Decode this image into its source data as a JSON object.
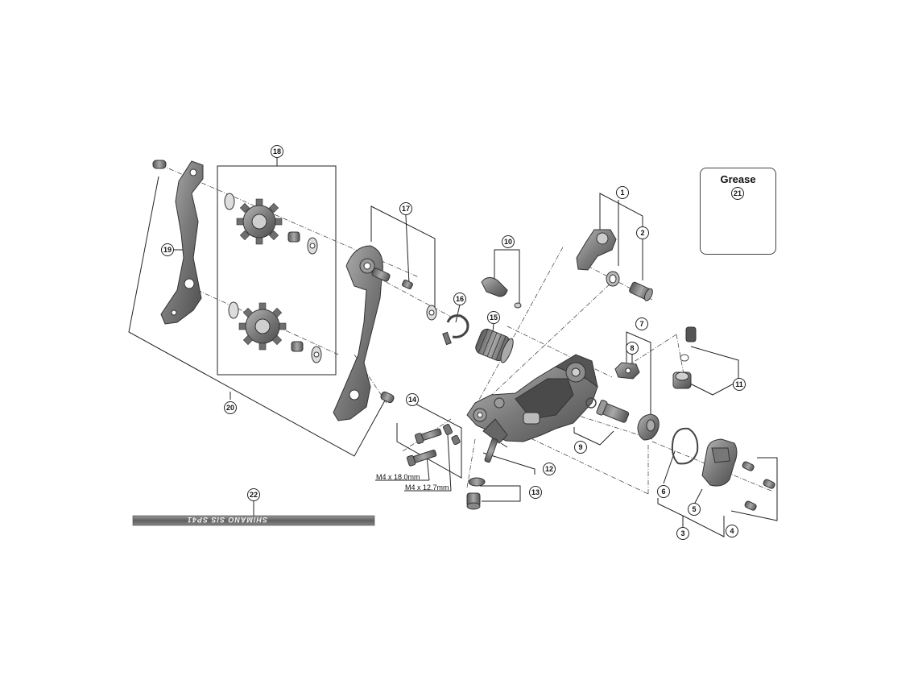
{
  "grease": {
    "title": "Grease"
  },
  "callouts": [
    {
      "id": "c1",
      "label": "1"
    },
    {
      "id": "c2",
      "label": "2"
    },
    {
      "id": "c3",
      "label": "3"
    },
    {
      "id": "c4",
      "label": "4"
    },
    {
      "id": "c5",
      "label": "5"
    },
    {
      "id": "c6",
      "label": "6"
    },
    {
      "id": "c7",
      "label": "7"
    },
    {
      "id": "c8",
      "label": "8"
    },
    {
      "id": "c9",
      "label": "9"
    },
    {
      "id": "c10",
      "label": "10"
    },
    {
      "id": "c11",
      "label": "11"
    },
    {
      "id": "c12",
      "label": "12"
    },
    {
      "id": "c13",
      "label": "13"
    },
    {
      "id": "c14",
      "label": "14"
    },
    {
      "id": "c15",
      "label": "15"
    },
    {
      "id": "c16",
      "label": "16"
    },
    {
      "id": "c17",
      "label": "17"
    },
    {
      "id": "c18",
      "label": "18"
    },
    {
      "id": "c19",
      "label": "19"
    },
    {
      "id": "c20",
      "label": "20"
    },
    {
      "id": "c21",
      "label": "21"
    },
    {
      "id": "c22",
      "label": "22"
    }
  ],
  "notes": {
    "bolt_long": "M4 x 18.0mm",
    "bolt_short": "M4 x 12.7mm"
  },
  "cable": {
    "print": "SHIMANO SIS SP41"
  }
}
